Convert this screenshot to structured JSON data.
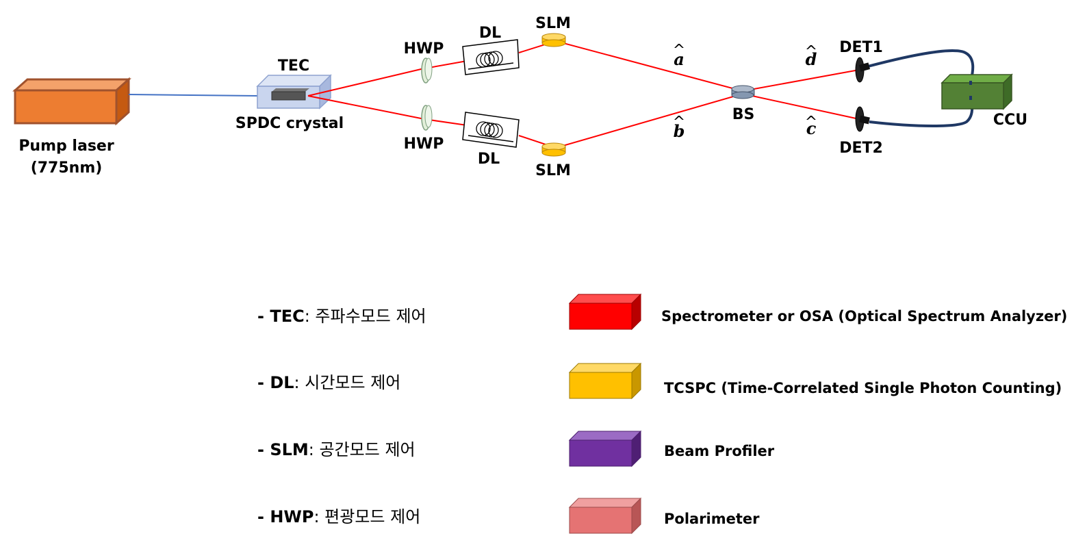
{
  "labels": {
    "pump_laser": "Pump laser",
    "pump_wavelength": "(775nm)",
    "tec": "TEC",
    "spdc_crystal": "SPDC crystal",
    "hwp_top": "HWP",
    "hwp_bottom": "HWP",
    "dl_top": "DL",
    "dl_bottom": "DL",
    "slm_top": "SLM",
    "slm_bottom": "SLM",
    "bs": "BS",
    "det1": "DET1",
    "det2": "DET2",
    "ccu": "CCU",
    "mode_a": "a",
    "mode_b": "b",
    "mode_c": "c",
    "mode_d": "d"
  },
  "controls_legend": [
    {
      "key": "- TEC",
      "desc": ": 주파수모드 제어"
    },
    {
      "key": "- DL",
      "desc": ": 시간모드 제어"
    },
    {
      "key": "- SLM",
      "desc": ": 공간모드 제어"
    },
    {
      "key": "- HWP",
      "desc": ": 편광모드 제어"
    }
  ],
  "devices_legend": [
    {
      "label": "Spectrometer or OSA (Optical Spectrum Analyzer)",
      "color": "#ff0000"
    },
    {
      "label": "TCSPC (Time-Correlated Single Photon Counting)",
      "color": "#ffc000"
    },
    {
      "label": "Beam Profiler",
      "color": "#7030a0"
    },
    {
      "label": "Polarimeter",
      "color": "#e57373"
    }
  ],
  "colors": {
    "beam": "#ff0000",
    "pump_line": "#4472c4",
    "pump_laser": "#ed7d31",
    "tec_box": "#c9d5ee",
    "slm": "#ffc000",
    "ccu": "#538135",
    "cable": "#1f3864"
  }
}
